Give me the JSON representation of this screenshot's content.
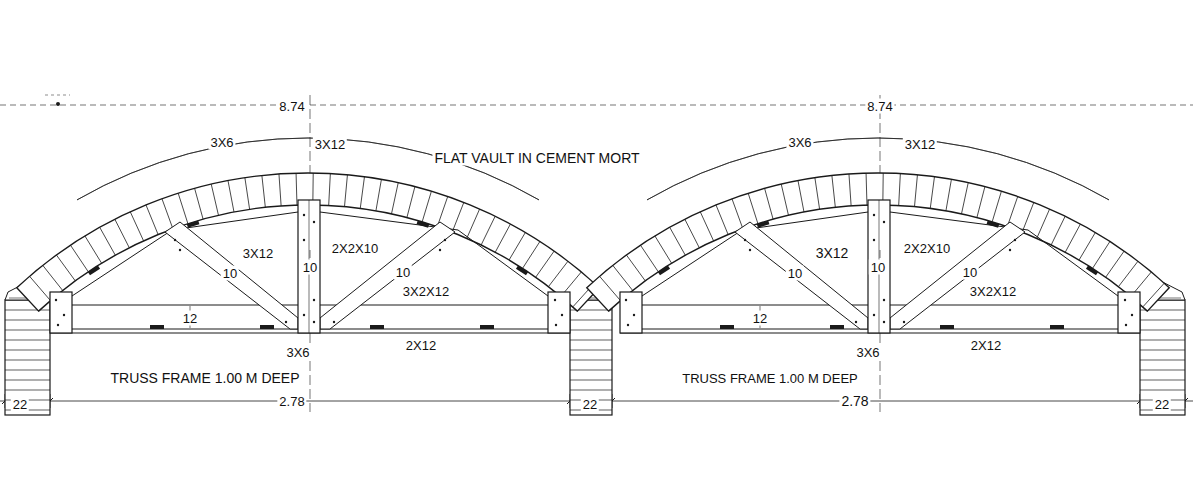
{
  "diagram": {
    "labels": [
      "8.74",
      "3X6",
      "3X12",
      "FLAT VAULT IN CEMENT MORT",
      "3X12",
      "2X2X10",
      "10",
      "10",
      "10",
      "3X2X12",
      "12",
      "3X6",
      "2X12",
      "TRUSS FRAME 1.00 M DEEP",
      "2.78",
      "22",
      "8.74",
      "3X6",
      "3X12",
      "3X12",
      "2X2X10",
      "10",
      "10",
      "10",
      "3X2X12",
      "12",
      "3X6",
      "2X12",
      "TRUSS FRAME 1.00 M DEEP",
      "2.78",
      "22",
      "22"
    ]
  }
}
